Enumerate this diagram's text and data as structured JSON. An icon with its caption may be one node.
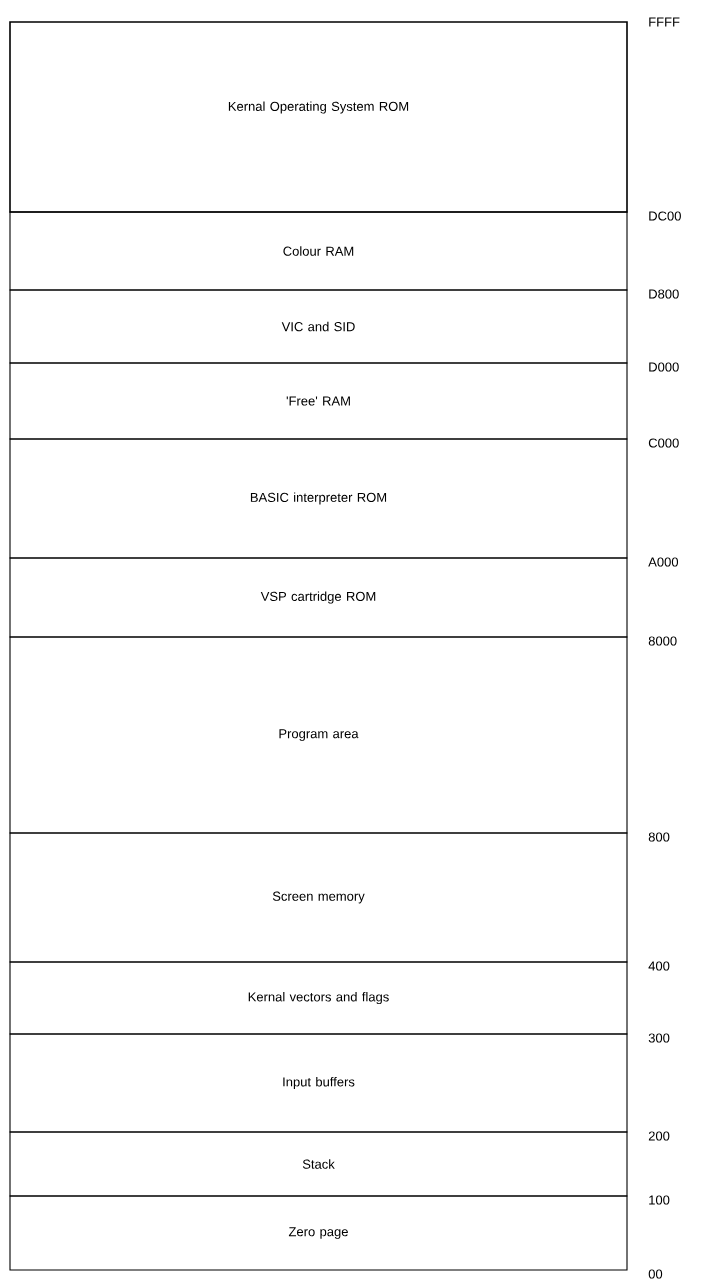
{
  "diagram": {
    "nodes": [
      {
        "text": [
          "Kernal Operating System ROM"
        ]
      },
      {
        "text": [
          "Colour RAM"
        ]
      },
      {
        "text": [
          "VIC and SID"
        ]
      },
      {
        "text": [
          "'Free' RAM"
        ]
      },
      {
        "text": [
          "BASIC interpreter ROM"
        ]
      },
      {
        "text": [
          "VSP cartridge ROM"
        ]
      },
      {
        "text": [
          "Program area"
        ]
      },
      {
        "text": [
          "Screen memory"
        ]
      },
      {
        "text": [
          "Kernal vectors and flags"
        ]
      },
      {
        "text": [
          "Input buffers"
        ]
      },
      {
        "text": [
          "Stack"
        ]
      },
      {
        "text": [
          "Zero page"
        ]
      }
    ],
    "labels": [
      "FFFF",
      "DC00",
      "D800",
      "D000",
      "C000",
      "A000",
      "8000",
      "800",
      "400",
      "300",
      "200",
      "100",
      "00"
    ]
  }
}
